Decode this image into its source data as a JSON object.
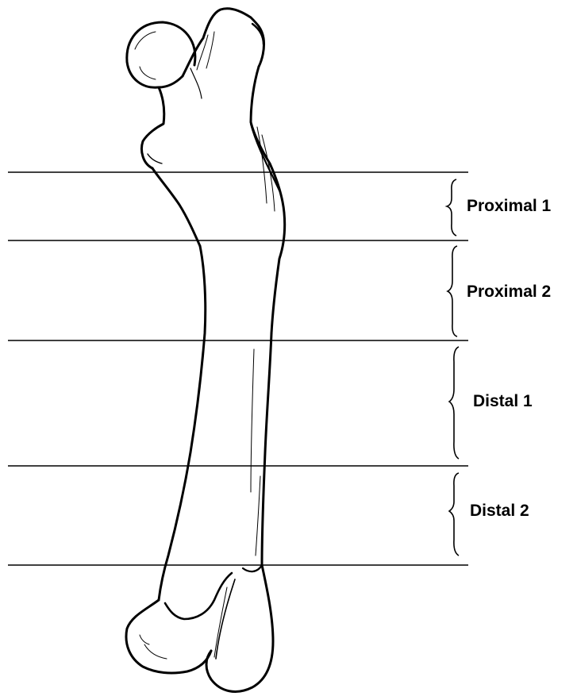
{
  "diagram": {
    "colors": {
      "ink": "#000000",
      "background": "#ffffff"
    },
    "regions": [
      {
        "id": "proximal-1",
        "label": "Proximal 1"
      },
      {
        "id": "proximal-2",
        "label": "Proximal 2"
      },
      {
        "id": "distal-1",
        "label": "Distal 1"
      },
      {
        "id": "distal-2",
        "label": "Distal 2"
      }
    ]
  }
}
